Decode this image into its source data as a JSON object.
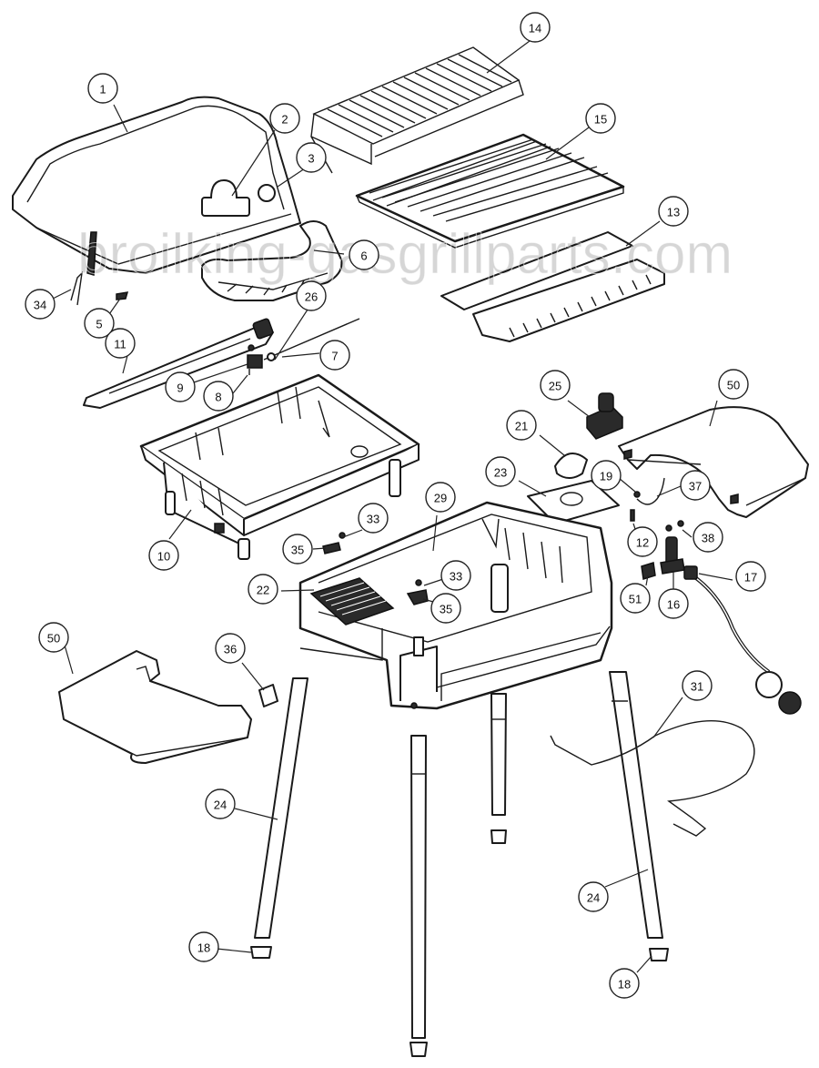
{
  "watermark": "broilking-gasgrillparts.com",
  "callouts": [
    {
      "id": "c1",
      "label": "1"
    },
    {
      "id": "c2",
      "label": "2"
    },
    {
      "id": "c3",
      "label": "3"
    },
    {
      "id": "c14",
      "label": "14"
    },
    {
      "id": "c15",
      "label": "15"
    },
    {
      "id": "c13",
      "label": "13"
    },
    {
      "id": "c6",
      "label": "6"
    },
    {
      "id": "c34",
      "label": "34"
    },
    {
      "id": "c5",
      "label": "5"
    },
    {
      "id": "c11",
      "label": "11"
    },
    {
      "id": "c26",
      "label": "26"
    },
    {
      "id": "c7",
      "label": "7"
    },
    {
      "id": "c9",
      "label": "9"
    },
    {
      "id": "c8",
      "label": "8"
    },
    {
      "id": "c25",
      "label": "25"
    },
    {
      "id": "c50a",
      "label": "50"
    },
    {
      "id": "c21",
      "label": "21"
    },
    {
      "id": "c19",
      "label": "19"
    },
    {
      "id": "c37",
      "label": "37"
    },
    {
      "id": "c23",
      "label": "23"
    },
    {
      "id": "c29",
      "label": "29"
    },
    {
      "id": "c33a",
      "label": "33"
    },
    {
      "id": "c35a",
      "label": "35"
    },
    {
      "id": "c10",
      "label": "10"
    },
    {
      "id": "c12",
      "label": "12"
    },
    {
      "id": "c38",
      "label": "38"
    },
    {
      "id": "c22",
      "label": "22"
    },
    {
      "id": "c33b",
      "label": "33"
    },
    {
      "id": "c35b",
      "label": "35"
    },
    {
      "id": "c51",
      "label": "51"
    },
    {
      "id": "c16",
      "label": "16"
    },
    {
      "id": "c17",
      "label": "17"
    },
    {
      "id": "c50b",
      "label": "50"
    },
    {
      "id": "c36",
      "label": "36"
    },
    {
      "id": "c31",
      "label": "31"
    },
    {
      "id": "c24a",
      "label": "24"
    },
    {
      "id": "c24b",
      "label": "24"
    },
    {
      "id": "c18a",
      "label": "18"
    },
    {
      "id": "c18b",
      "label": "18"
    }
  ]
}
